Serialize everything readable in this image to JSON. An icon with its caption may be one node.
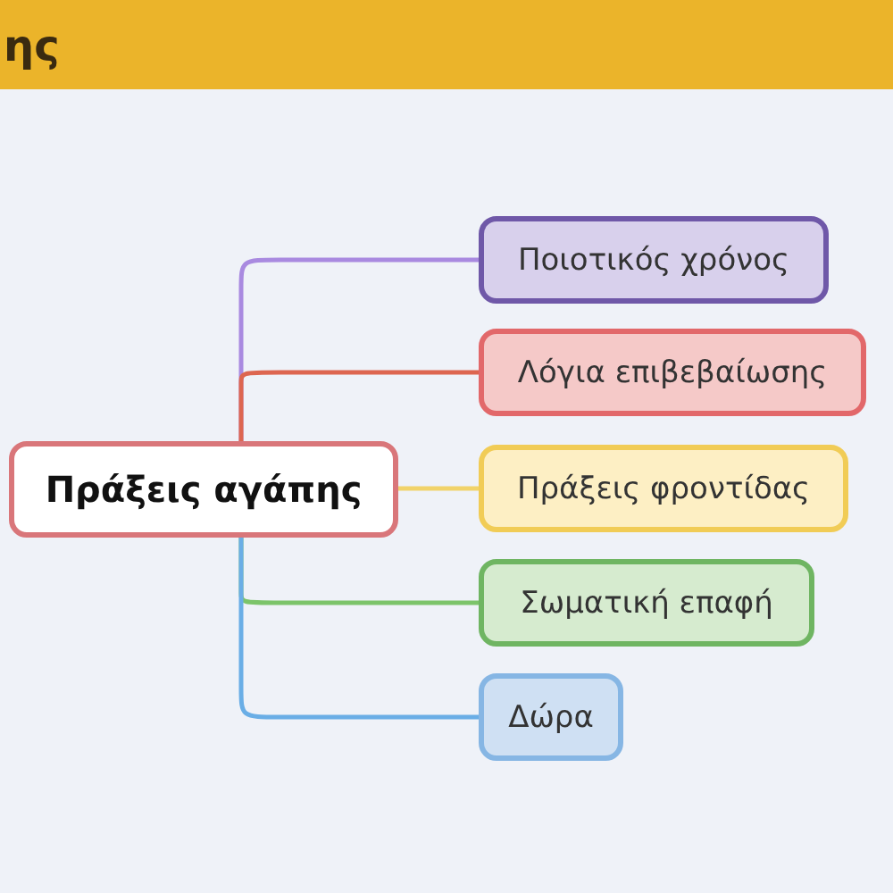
{
  "diagram": {
    "title": "ης",
    "nodes": [
      {
        "text": [
          "Πράξεις αγάπης"
        ]
      },
      {
        "text": [
          "Ποιοτικός χρόνος"
        ]
      },
      {
        "text": [
          "Λόγια επιβεβαίωσης"
        ]
      },
      {
        "text": [
          "Πράξεις φροντίδας"
        ]
      },
      {
        "text": [
          "Σωματική επαφή"
        ]
      },
      {
        "text": [
          "Δώρα"
        ]
      }
    ],
    "edges": [
      {
        "from": 0,
        "to": 1,
        "arrow": "none",
        "color": "#a98ae0"
      },
      {
        "from": 0,
        "to": 2,
        "arrow": "none",
        "color": "#dd6650"
      },
      {
        "from": 0,
        "to": 3,
        "arrow": "none",
        "color": "#f1d36a"
      },
      {
        "from": 0,
        "to": 4,
        "arrow": "none",
        "color": "#7cc46a"
      },
      {
        "from": 0,
        "to": 5,
        "arrow": "none",
        "color": "#6aaee6"
      }
    ]
  }
}
